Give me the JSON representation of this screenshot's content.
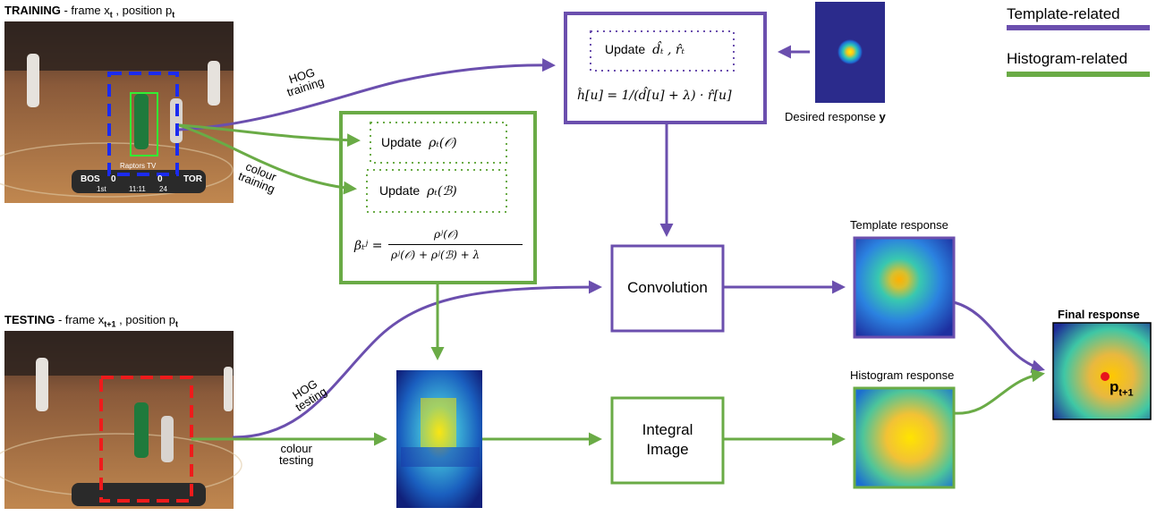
{
  "colors": {
    "template": "#6b4fae",
    "histogram": "#6aab46",
    "text": "#000000"
  },
  "legend": {
    "template_label": "Template-related",
    "histogram_label": "Histogram-related"
  },
  "training": {
    "title_bold": "TRAINING",
    "title_rest": " - frame x",
    "title_sub": "t",
    "title_pos": " , position p",
    "title_pos_sub": "t"
  },
  "testing": {
    "title_bold": "TESTING",
    "title_rest": " - frame x",
    "title_sub": "t+1",
    "title_pos": " , position p",
    "title_pos_sub": "t"
  },
  "edges": {
    "hog_training": [
      "HOG",
      "training"
    ],
    "colour_training": [
      "colour",
      "training"
    ],
    "hog_testing": [
      "HOG",
      "testing"
    ],
    "colour_testing": [
      "colour",
      "testing"
    ]
  },
  "template_box": {
    "update_word": "Update",
    "update_vars": "d̂ₜ ,  r̂ₜ",
    "formula": "ĥ[u] = 1/(d̂[u] + λ) · r̂[u]"
  },
  "histogram_box": {
    "update_word": "Update",
    "update_obj": "ρₜ(𝒪)",
    "update_bg": "ρₜ(ℬ)",
    "beta_lhs": "βₜʲ =",
    "beta_num": "ρʲ(𝒪)",
    "beta_den": "ρʲ(𝒪) + ρʲ(ℬ) + λ"
  },
  "nodes": {
    "convolution": "Convolution",
    "integral_line1": "Integral",
    "integral_line2": "Image"
  },
  "responses": {
    "desired": "Desired response",
    "desired_var": "y",
    "template": "Template response",
    "histogram": "Histogram response",
    "final": "Final response",
    "final_point": "p",
    "final_point_sub": "t+1"
  },
  "scoreboard": {
    "team_left": "BOS",
    "team_right": "TOR",
    "score_left": "0",
    "score_right": "0",
    "network": "Raptors TV",
    "quarter": "1st",
    "clock": "11:11",
    "shot": "24"
  }
}
